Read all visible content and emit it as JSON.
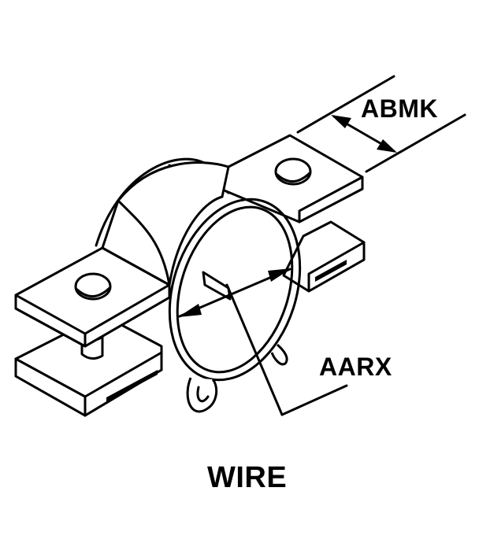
{
  "labels": {
    "width_dimension": "ABMK",
    "diameter_dimension": "AARX",
    "title": "WIRE"
  },
  "colors": {
    "line": "#000000",
    "background": "#ffffff"
  }
}
